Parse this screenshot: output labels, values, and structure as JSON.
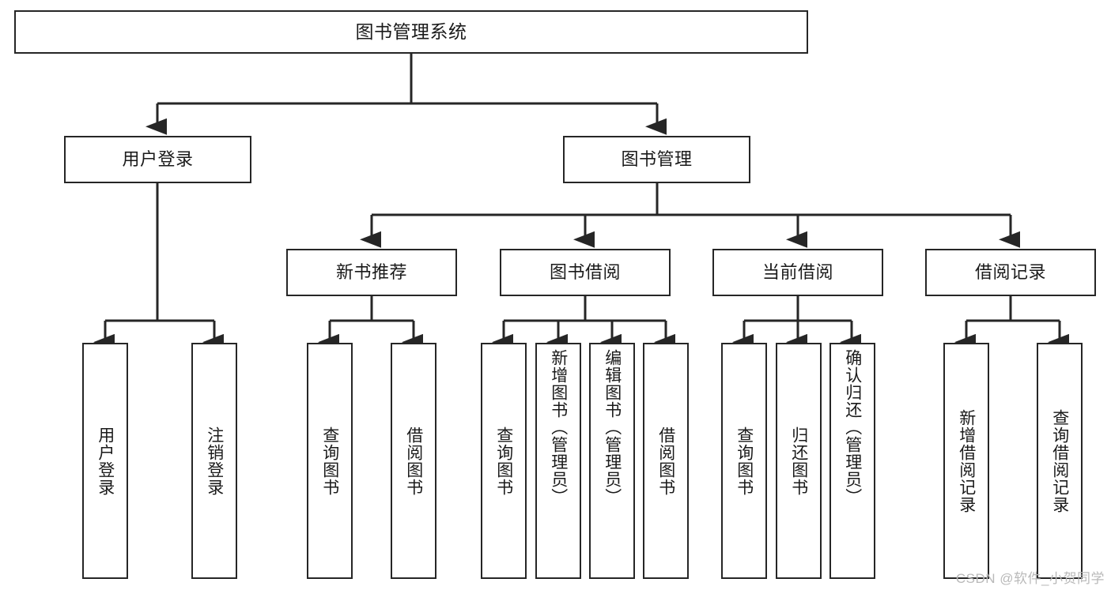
{
  "diagram": {
    "title": "图书管理系统",
    "type": "tree-hierarchy-chart",
    "accent_color": "#262626",
    "background_color": "#ffffff",
    "nodes": {
      "root": {
        "label": "图书管理系统",
        "orientation": "horizontal"
      },
      "level2": [
        {
          "id": "user-login",
          "label": "用户登录",
          "orientation": "horizontal"
        },
        {
          "id": "book-manage",
          "label": "图书管理",
          "orientation": "horizontal"
        }
      ],
      "level3": [
        {
          "id": "new-book-recommend",
          "label": "新书推荐",
          "orientation": "horizontal"
        },
        {
          "id": "book-borrow",
          "label": "图书借阅",
          "orientation": "horizontal"
        },
        {
          "id": "current-borrow",
          "label": "当前借阅",
          "orientation": "horizontal"
        },
        {
          "id": "borrow-record",
          "label": "借阅记录",
          "orientation": "horizontal"
        }
      ],
      "leaves": {
        "user-login": [
          {
            "id": "leaf-user-login",
            "label": "用户登录",
            "orientation": "vertical"
          },
          {
            "id": "leaf-logout",
            "label": "注销登录",
            "orientation": "vertical"
          }
        ],
        "new-book-recommend": [
          {
            "id": "leaf-query-book-1",
            "label": "查询图书",
            "orientation": "vertical"
          },
          {
            "id": "leaf-borrow-book-1",
            "label": "借阅图书",
            "orientation": "vertical"
          }
        ],
        "book-borrow": [
          {
            "id": "leaf-query-book-2",
            "label": "查询图书",
            "orientation": "vertical"
          },
          {
            "id": "leaf-add-book-admin",
            "label": "新增图书（管理员）",
            "orientation": "vertical"
          },
          {
            "id": "leaf-edit-book-admin",
            "label": "编辑图书（管理员）",
            "orientation": "vertical"
          },
          {
            "id": "leaf-borrow-book-2",
            "label": "借阅图书",
            "orientation": "vertical"
          }
        ],
        "current-borrow": [
          {
            "id": "leaf-query-book-3",
            "label": "查询图书",
            "orientation": "vertical"
          },
          {
            "id": "leaf-return-book",
            "label": "归还图书",
            "orientation": "vertical"
          },
          {
            "id": "leaf-confirm-return-admin",
            "label": "确认归还（管理员）",
            "orientation": "vertical"
          }
        ],
        "borrow-record": [
          {
            "id": "leaf-add-borrow-record",
            "label": "新增借阅记录",
            "orientation": "vertical"
          },
          {
            "id": "leaf-query-borrow-record",
            "label": "查询借阅记录",
            "orientation": "vertical"
          }
        ]
      }
    }
  },
  "watermark": {
    "text": "CSDN @软件_小贺同学"
  }
}
